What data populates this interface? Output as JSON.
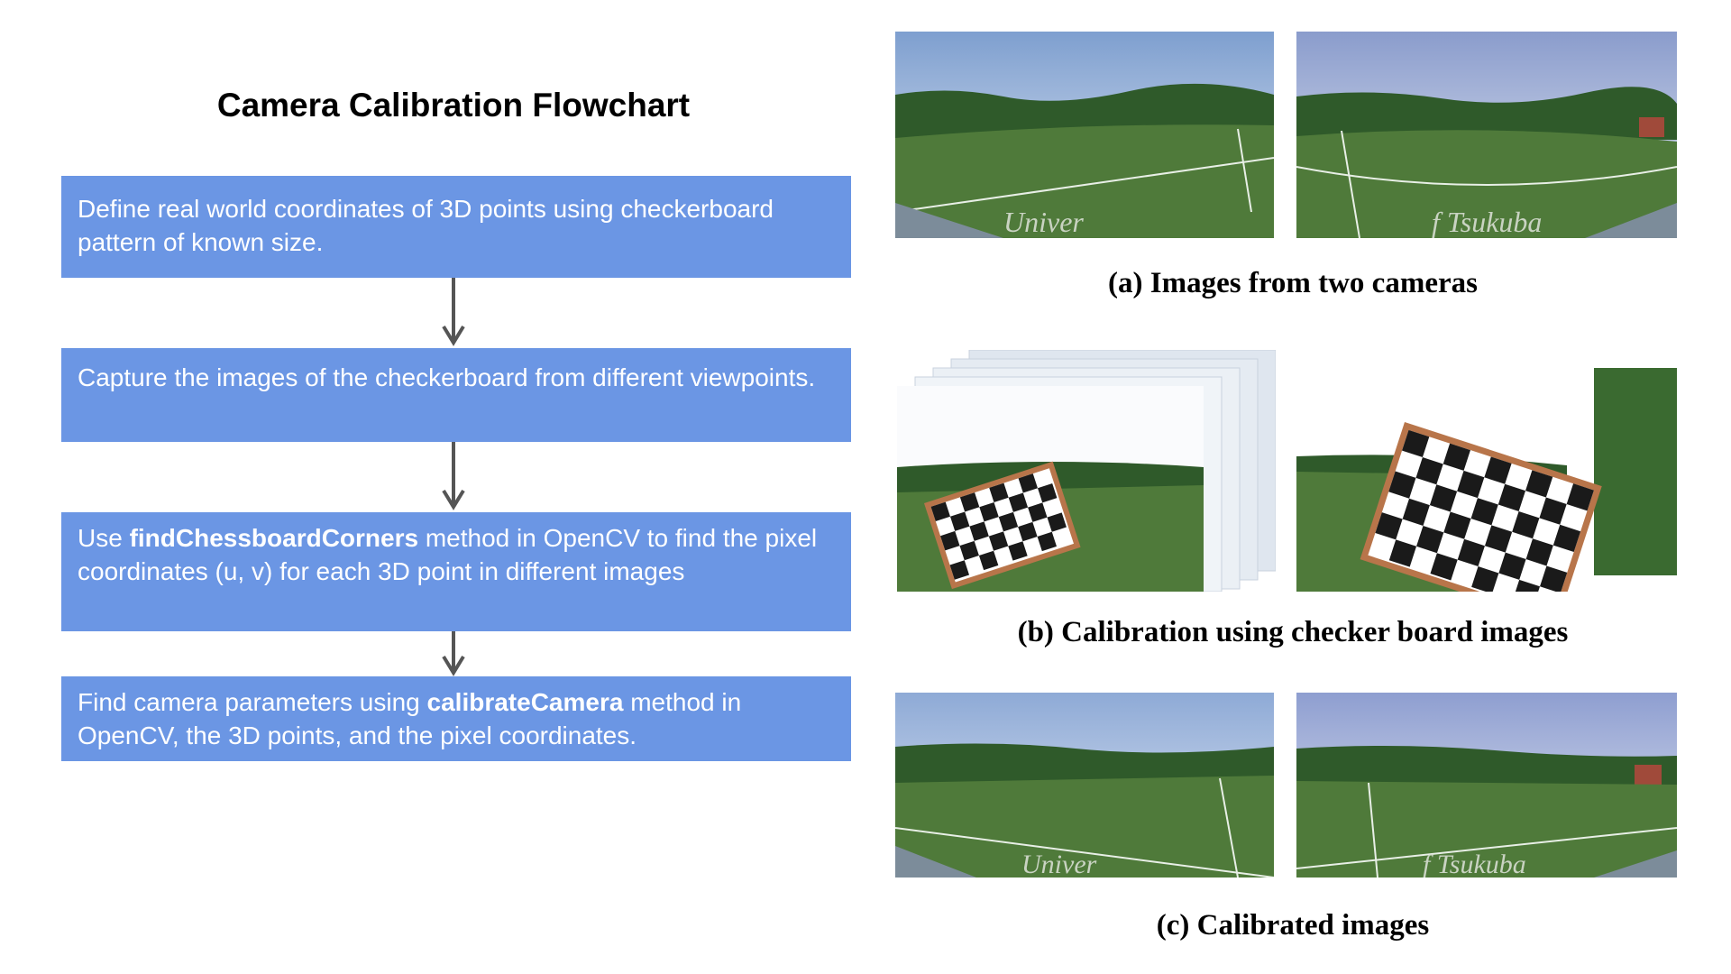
{
  "title": "Camera Calibration Flowchart",
  "steps": [
    {
      "pre": "Define real world coordinates of 3D points using checkerboard pattern of known size.",
      "bold": "",
      "post": ""
    },
    {
      "pre": "Capture the images of the checkerboard from different viewpoints.",
      "bold": "",
      "post": ""
    },
    {
      "pre": "Use ",
      "bold": "findChessboardCorners",
      "post": " method in OpenCV to find the pixel coordinates (u, v) for each 3D point in different images"
    },
    {
      "pre": "Find camera parameters using ",
      "bold": "calibrateCamera",
      "post": " method in OpenCV, the 3D points, and the pixel coordinates."
    }
  ],
  "captions": {
    "a": "(a) Images from two cameras",
    "b": "(b) Calibration using checker board images",
    "c": "(c) Calibrated images"
  },
  "colors": {
    "step_box": "#6b96e4",
    "arrow": "#555555",
    "grass": "#4f7a3a",
    "sky": "#b9c9e6",
    "trees": "#2f5a2a"
  },
  "photo_text": {
    "cam1_lettering": "Univer",
    "cam2_lettering": "f Tsukuba"
  }
}
